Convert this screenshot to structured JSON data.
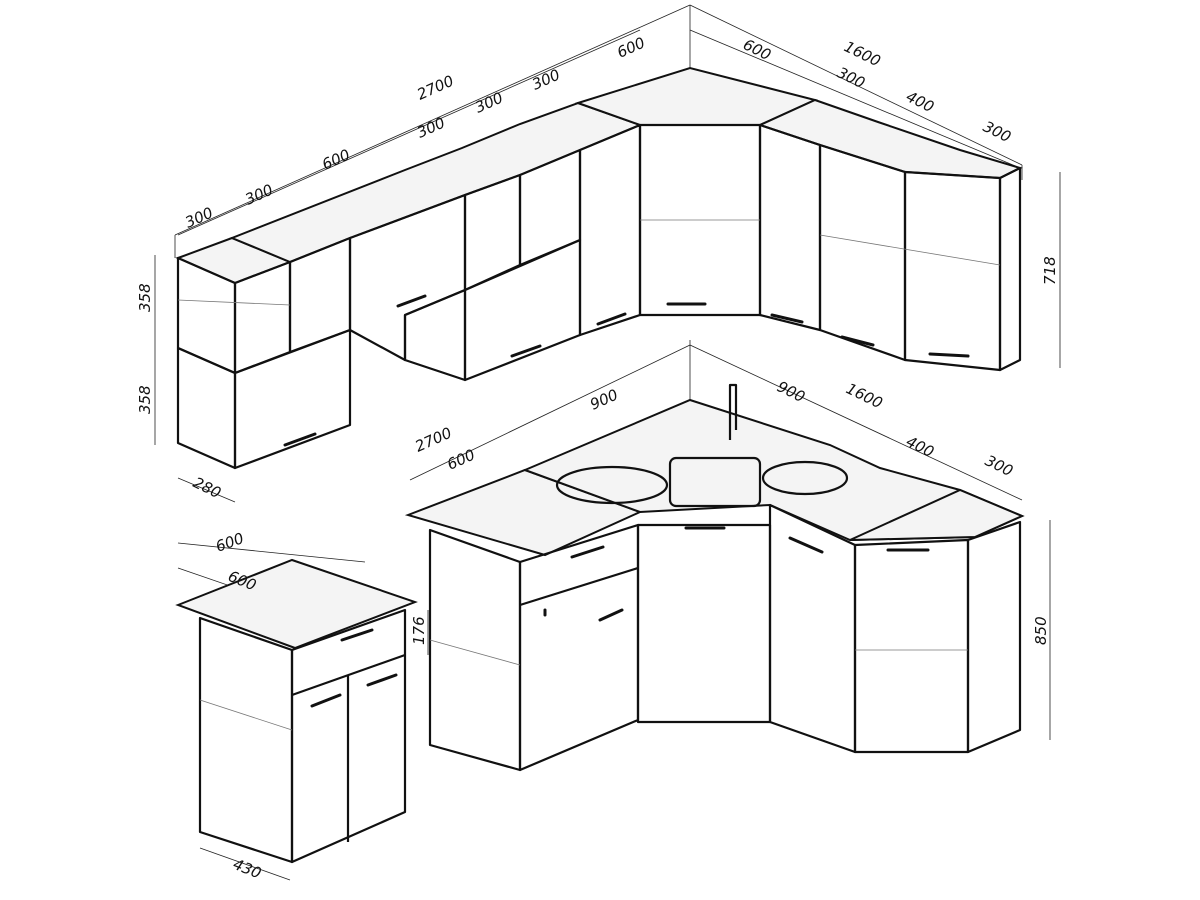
{
  "title": "Corner kitchen set, dimensions in mm",
  "upper": {
    "total_left": "2700",
    "total_right": "1600",
    "left_segments": [
      "300",
      "300",
      "600",
      "300",
      "300",
      "300",
      "600"
    ],
    "right_segments": [
      "600",
      "300",
      "400",
      "300"
    ],
    "height_top": "358",
    "height_bottom": "358",
    "height_right": "718",
    "depth": "280"
  },
  "lower": {
    "total_left": "2700",
    "total_right": "1600",
    "left_segment": "600",
    "corner_left": "900",
    "corner_right": "900",
    "right_segments": [
      "400",
      "300"
    ],
    "height": "850",
    "drawer_height": "176"
  },
  "separate_unit": {
    "width": "600",
    "depth": "600",
    "body_depth": "430"
  }
}
